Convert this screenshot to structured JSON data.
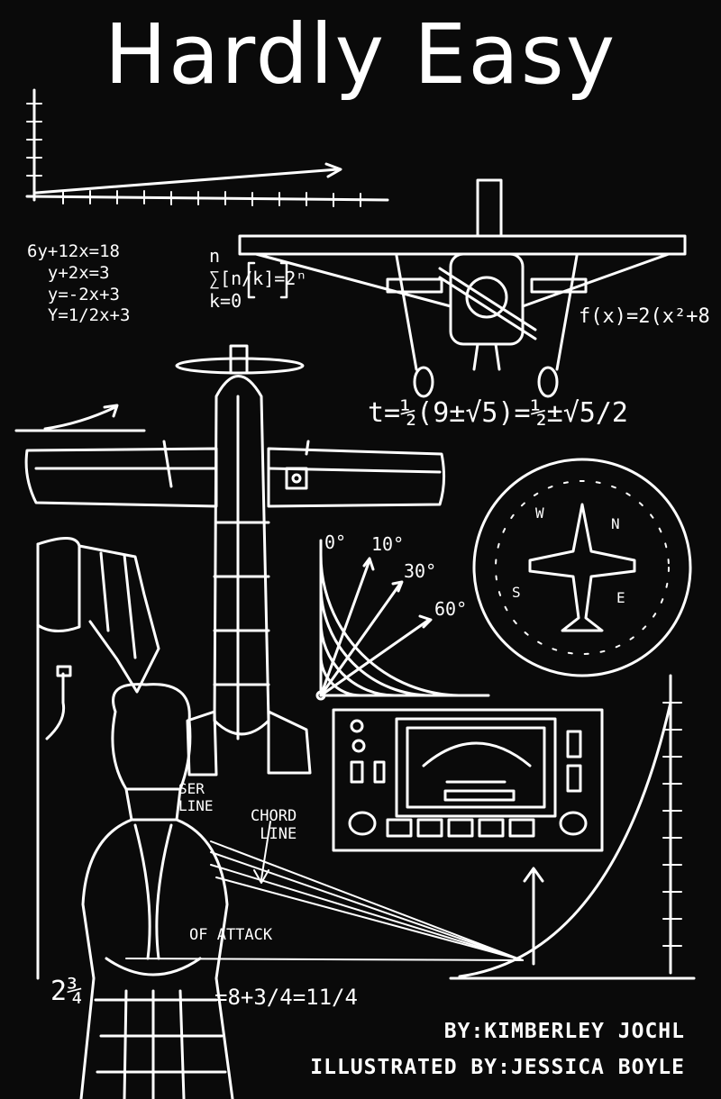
{
  "cover": {
    "title": "Hardly Easy",
    "author_line": "BY:KIMBERLEY JOCHL",
    "illustrator_line": "ILLUSTRATED BY:JESSICA BOYLE"
  },
  "equations": {
    "system": "6y+12x=18\n  y+2x=3\n  y=-2x+3\n  Y=1/2x+3",
    "sum": "n\n∑[n/k]=2ⁿ\nk=0",
    "function": "f(x)=2(x²+8",
    "t_equation": "t=½(9±√5)=½±√5/2",
    "mixed_fraction": "2¾",
    "fraction_result": "=8+3/4=11/4"
  },
  "labels": {
    "angle_0": "0°",
    "angle_10": "10°",
    "angle_30": "30°",
    "angle_60": "60°",
    "chord_line": "CHORD\n LINE",
    "camber_line": "SER\nLINE",
    "attack": "OF ATTACK",
    "compass_n": "N",
    "compass_w": "W",
    "compass_s": "S",
    "compass_e": "E"
  },
  "colors": {
    "background": "#0a0a0a",
    "chalk": "#ffffff"
  }
}
